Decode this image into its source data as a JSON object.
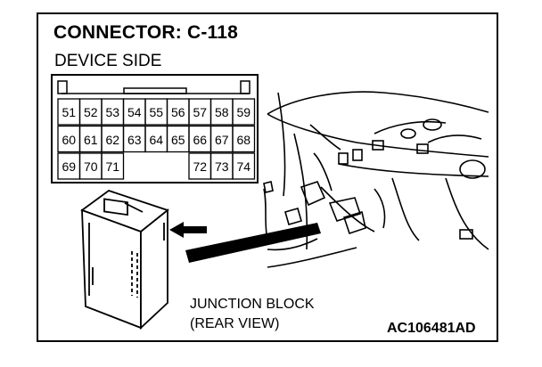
{
  "title": "CONNECTOR: C-118",
  "subtitle": "DEVICE SIDE",
  "connector": {
    "rows": [
      [
        "51",
        "52",
        "53",
        "54",
        "55",
        "56",
        "57",
        "58",
        "59"
      ],
      [
        "60",
        "61",
        "62",
        "63",
        "64",
        "65",
        "66",
        "67",
        "68"
      ],
      [
        "69",
        "70",
        "71",
        "",
        "",
        "",
        "72",
        "73",
        "74"
      ]
    ]
  },
  "junction_block_label": {
    "line1": "JUNCTION BLOCK",
    "line2": "(REAR VIEW)"
  },
  "figure_code": "AC106481AD",
  "icons": [
    "connector-face-icon",
    "junction-block-icon",
    "arrow-icon",
    "dashboard-icon"
  ]
}
